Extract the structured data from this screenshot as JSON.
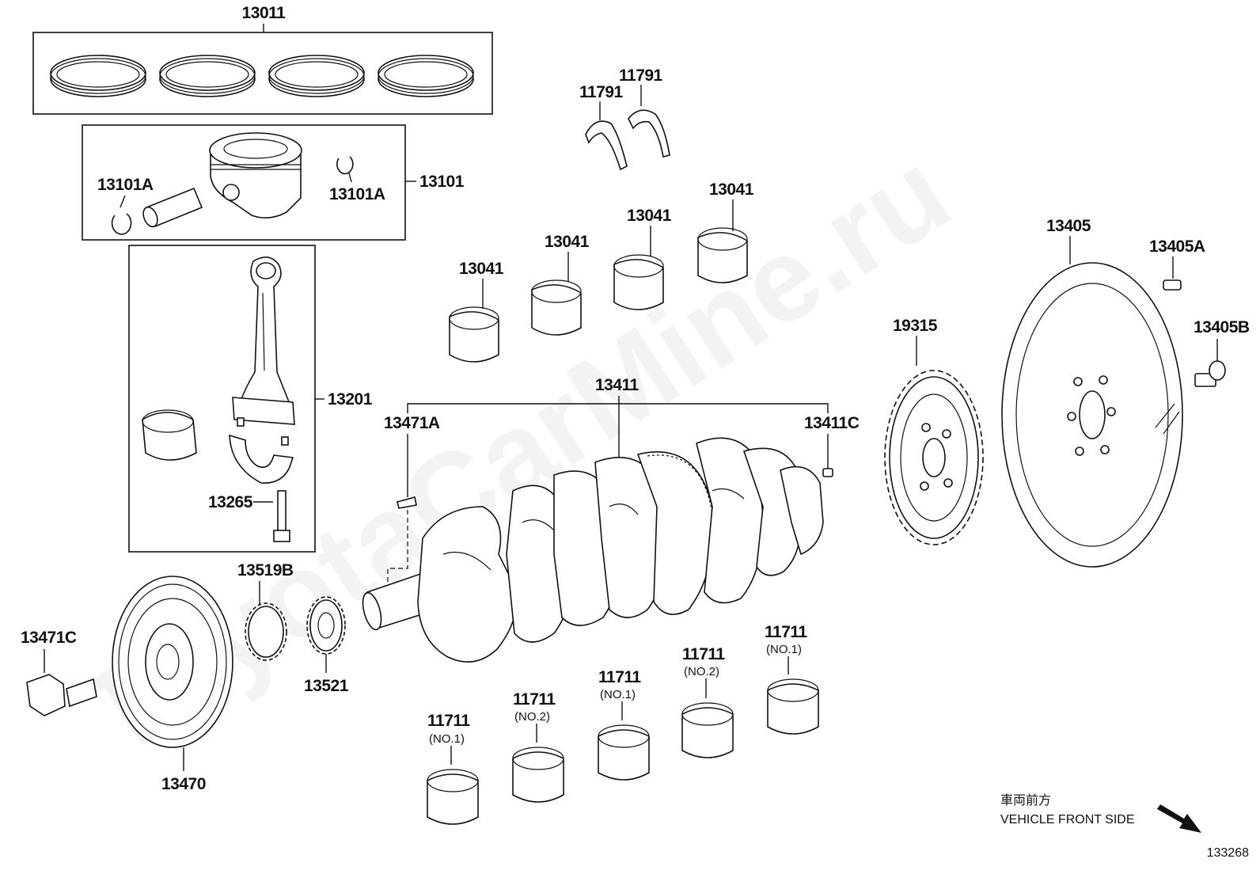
{
  "watermark": "ToyotaCarMine.ru",
  "labels": {
    "p13011": "13011",
    "p13101": "13101",
    "p13101a_left": "13101A",
    "p13101a_right": "13101A",
    "p13201": "13201",
    "p13265": "13265",
    "p11791_a": "11791",
    "p11791_b": "11791",
    "p13041_1": "13041",
    "p13041_2": "13041",
    "p13041_3": "13041",
    "p13041_4": "13041",
    "p13405": "13405",
    "p13405a": "13405A",
    "p13405b": "13405B",
    "p19315": "19315",
    "p13411": "13411",
    "p13411c": "13411C",
    "p13471a": "13471A",
    "p13519b": "13519B",
    "p13521": "13521",
    "p13471c": "13471C",
    "p13470": "13470",
    "p11711_1": "11711",
    "p11711_2": "11711",
    "p11711_3": "11711",
    "p11711_4": "11711",
    "p11711_5": "11711"
  },
  "sublabels": {
    "no1_a": "(NO.1)",
    "no2_a": "(NO.2)",
    "no1_b": "(NO.1)",
    "no2_b": "(NO.2)",
    "no1_c": "(NO.1)"
  },
  "direction": {
    "japanese": "車両前方",
    "english": "VEHICLE FRONT SIDE"
  },
  "diagram_id": "133268"
}
